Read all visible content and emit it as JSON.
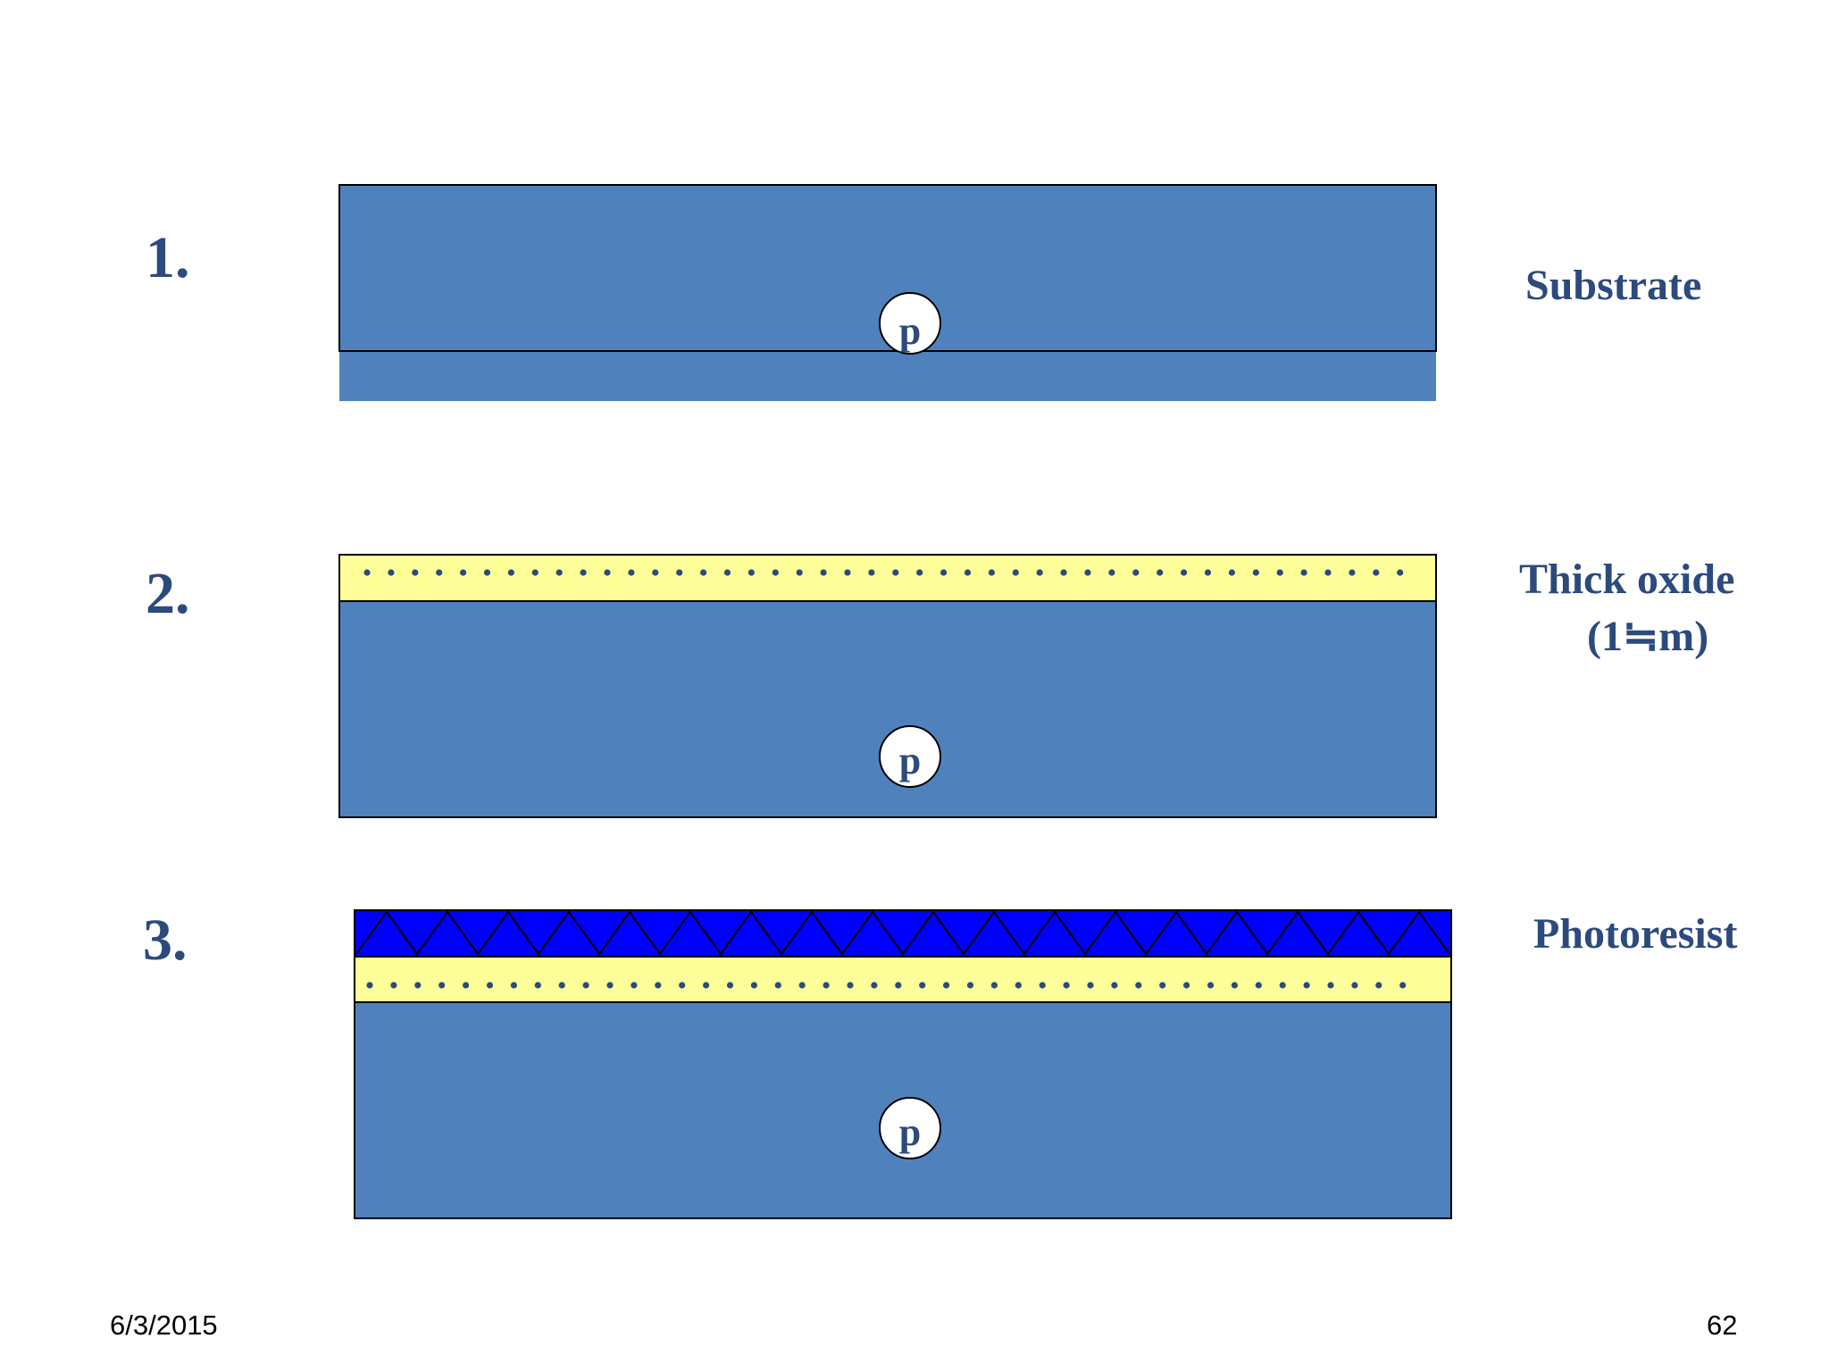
{
  "slide": {
    "background": "#ffffff",
    "text_color": "#2c4a7c",
    "colors": {
      "substrate": "#4f81bd",
      "oxide": "#ffff99",
      "oxide_dots": "#2c4a7c",
      "photoresist": "#0000ff",
      "outline": "#000000",
      "marker_fill": "#ffffff"
    }
  },
  "steps": [
    {
      "number": "1.",
      "label_lines": [
        "Substrate"
      ],
      "marker": "p",
      "layers": [
        "substrate"
      ]
    },
    {
      "number": "2.",
      "label_lines": [
        "Thick oxide",
        "(1≒m)"
      ],
      "marker": "p",
      "layers": [
        "oxide",
        "substrate"
      ]
    },
    {
      "number": "3.",
      "label_lines": [
        "Photoresist"
      ],
      "marker": "p",
      "layers": [
        "photoresist",
        "oxide",
        "substrate"
      ]
    }
  ],
  "footer": {
    "date": "6/3/2015",
    "page_number": "62"
  }
}
